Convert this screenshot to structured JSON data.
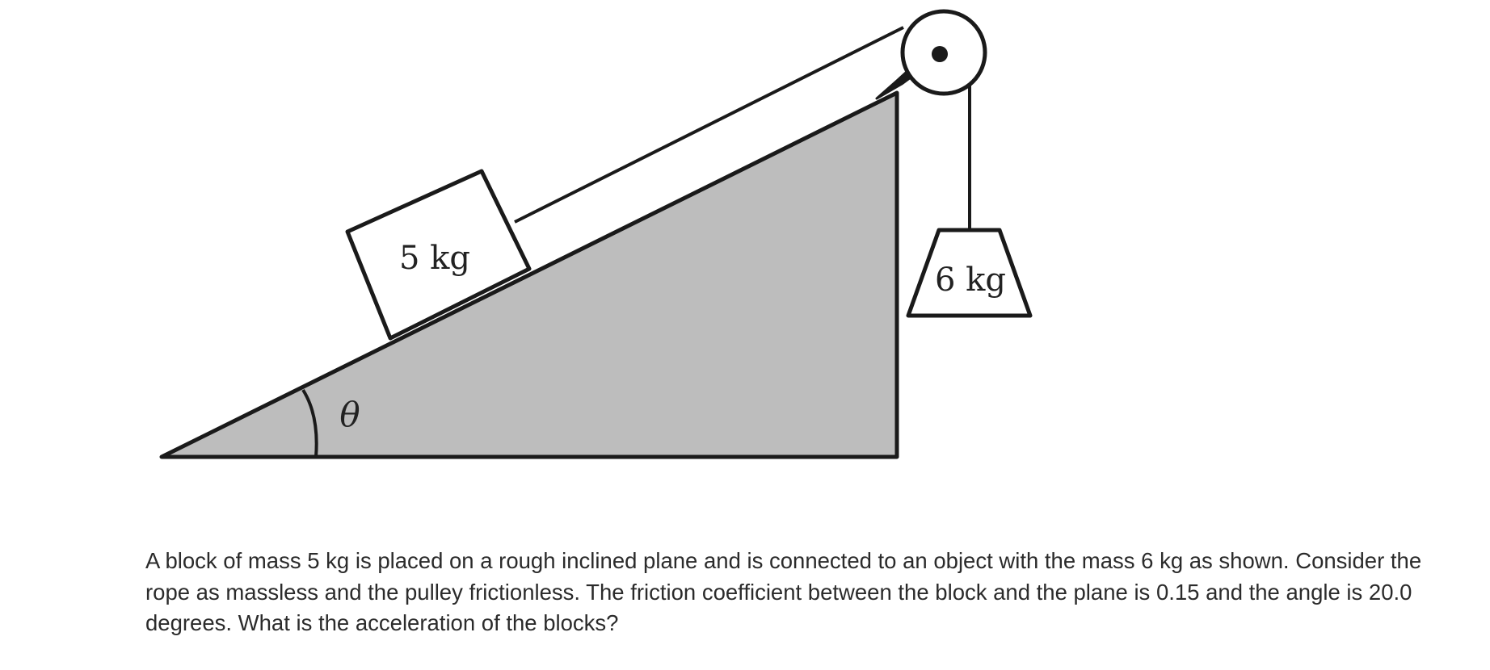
{
  "diagram": {
    "block_label": "5 kg",
    "hanging_label": "6 kg",
    "angle_symbol": "θ"
  },
  "problem": {
    "text": "A block of mass 5 kg is placed on a rough inclined plane and is connected to an object with the mass 6 kg as shown. Consider the rope as massless and the pulley frictionless. The friction coefficient between the block and the plane is 0.15 and the angle is 20.0 degrees. What is the acceleration of the blocks?"
  },
  "colors": {
    "incline_fill": "#bdbdbd",
    "stroke": "#1a1a1a"
  }
}
